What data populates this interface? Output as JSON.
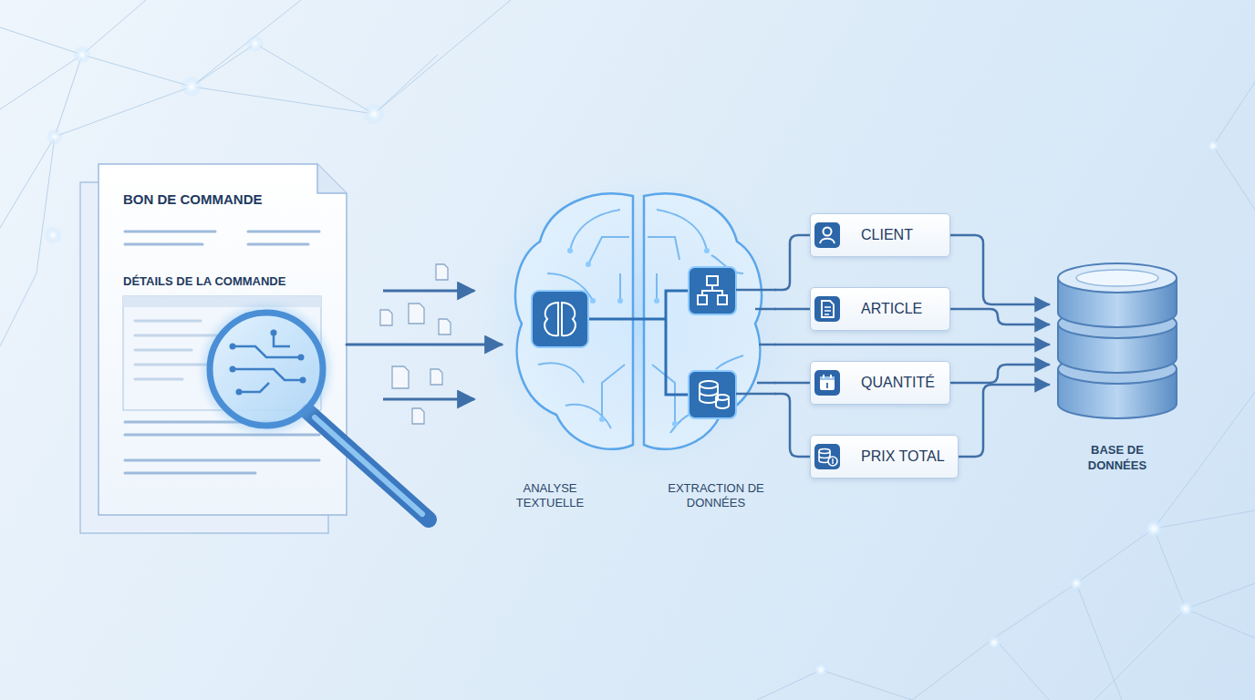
{
  "diagram": {
    "nodes": [
      {
        "text": [
          "BON DE COMMANDE",
          "DÉTAILS DE LA COMMANDE"
        ]
      },
      {
        "text": [
          "ANALYSE TEXTUELLE",
          "EXTRACTION DE DONNÉES"
        ]
      },
      {
        "text": [
          "CLIENT"
        ]
      },
      {
        "text": [
          "ARTICLE"
        ]
      },
      {
        "text": [
          "QUANTITÉ"
        ]
      },
      {
        "text": [
          "PRIX TOTAL"
        ]
      },
      {
        "text": [
          "BASE DE DONNÉES"
        ]
      }
    ],
    "edges": [
      {
        "from": 0,
        "to": 1,
        "arrow": "to"
      },
      {
        "from": 1,
        "to": 2,
        "arrow": "none"
      },
      {
        "from": 1,
        "to": 3,
        "arrow": "none"
      },
      {
        "from": 1,
        "to": 4,
        "arrow": "none"
      },
      {
        "from": 1,
        "to": 5,
        "arrow": "none"
      },
      {
        "from": 2,
        "to": 6,
        "arrow": "to"
      },
      {
        "from": 3,
        "to": 6,
        "arrow": "to"
      },
      {
        "from": 1,
        "to": 6,
        "arrow": "to"
      },
      {
        "from": 4,
        "to": 6,
        "arrow": "to"
      },
      {
        "from": 5,
        "to": 6,
        "arrow": "to"
      }
    ]
  }
}
